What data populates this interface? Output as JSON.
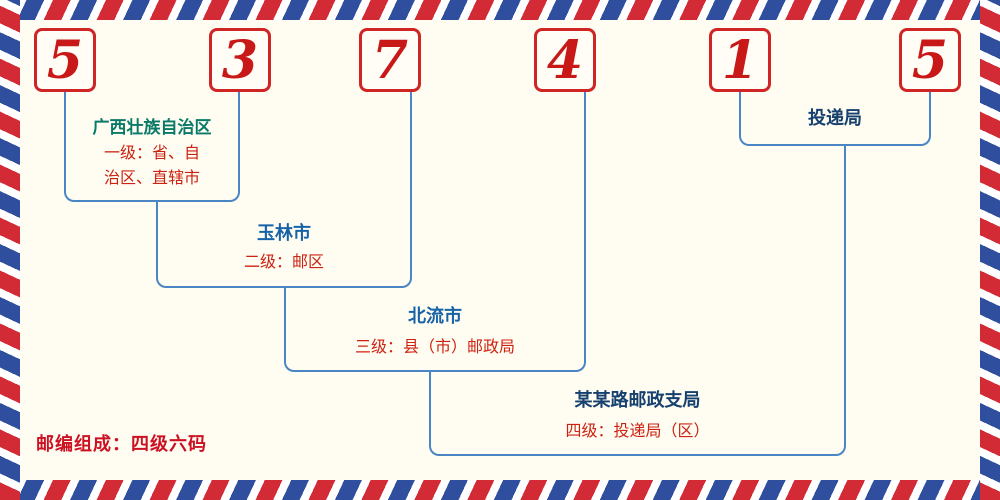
{
  "postal_code": {
    "digits": [
      "5",
      "3",
      "7",
      "4",
      "1",
      "5"
    ]
  },
  "labels": {
    "level1": {
      "name": "广西壮族自治区",
      "desc_line1": "一级：省、自",
      "desc_line2": "治区、直辖市"
    },
    "level2": {
      "name": "玉林市",
      "desc": "二级：邮区"
    },
    "level3": {
      "name": "北流市",
      "desc": "三级：县（市）邮政局"
    },
    "level4": {
      "name": "某某路邮政支局",
      "desc": "四级：投递局（区）"
    },
    "delivery": {
      "name": "投递局"
    }
  },
  "footer": {
    "text": "邮编组成：四级六码"
  },
  "colors": {
    "digit_red": "#c81818",
    "box_border_red": "#d02525",
    "line_blue": "#4a86c4",
    "name_teal": "#0a7a68",
    "name_blue": "#1763a8",
    "name_navy": "#16406e",
    "desc_red": "#cc2211",
    "stripe_red": "#d22b35",
    "stripe_blue": "#2f4f9e",
    "background": "#fffcf2"
  }
}
